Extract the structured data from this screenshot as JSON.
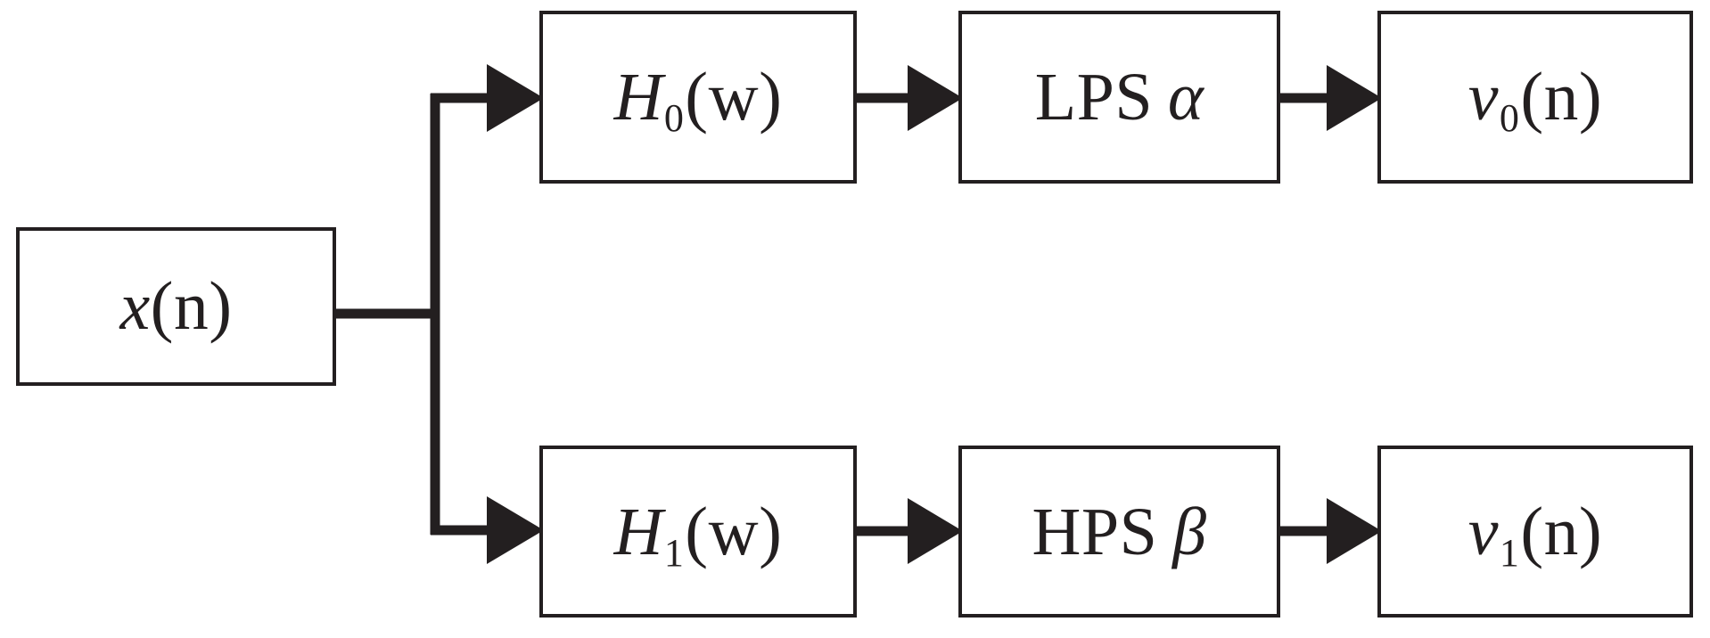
{
  "diagram": {
    "title": "Two-band subband analysis block diagram",
    "type": "signal-flow-block-diagram",
    "stroke_color": "#231f20",
    "background_color": "#ffffff",
    "blocks": [
      {
        "id": "x",
        "name": "input-signal-block",
        "main": "x",
        "sub": "",
        "args": "(n)",
        "greek": ""
      },
      {
        "id": "h0",
        "name": "lowpass-filter-block",
        "main": "H",
        "sub": "0",
        "args": "(w)",
        "greek": ""
      },
      {
        "id": "lps",
        "name": "lowpass-scaling-block",
        "main": "LPS",
        "sub": "",
        "args": "",
        "greek": "α"
      },
      {
        "id": "v0",
        "name": "lowband-output-block",
        "main": "v",
        "sub": "0",
        "args": "(n)",
        "greek": ""
      },
      {
        "id": "h1",
        "name": "highpass-filter-block",
        "main": "H",
        "sub": "1",
        "args": "(w)",
        "greek": ""
      },
      {
        "id": "hps",
        "name": "highpass-scaling-block",
        "main": "HPS",
        "sub": "",
        "args": "",
        "greek": "β"
      },
      {
        "id": "v1",
        "name": "highband-output-block",
        "main": "v",
        "sub": "1",
        "args": "(n)",
        "greek": ""
      }
    ],
    "labels": {
      "x": "x(n)",
      "h0": "H0(w)",
      "lps": "LPS α",
      "v0": "v0(n)",
      "h1": "H1(w)",
      "hps": "HPS β",
      "v1": "v1(n)"
    },
    "connections": [
      {
        "name": "x-to-split",
        "from": "x",
        "to": "split-node",
        "arrow": false
      },
      {
        "name": "split-to-h0",
        "from": "split-node",
        "to": "h0",
        "arrow": true
      },
      {
        "name": "h0-to-lps",
        "from": "h0",
        "to": "lps",
        "arrow": true
      },
      {
        "name": "lps-to-v0",
        "from": "lps",
        "to": "v0",
        "arrow": true
      },
      {
        "name": "split-to-h1",
        "from": "split-node",
        "to": "h1",
        "arrow": true
      },
      {
        "name": "h1-to-hps",
        "from": "h1",
        "to": "hps",
        "arrow": true
      },
      {
        "name": "hps-to-v1",
        "from": "hps",
        "to": "v1",
        "arrow": true
      }
    ]
  }
}
